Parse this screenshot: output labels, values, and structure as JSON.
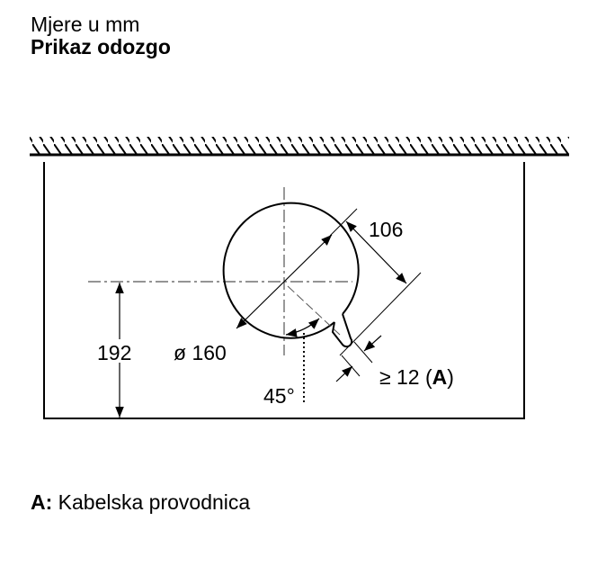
{
  "header": {
    "units": "Mjere u mm",
    "view": "Prikaz odozgo"
  },
  "diagram": {
    "dim_height": "192",
    "dim_diameter": "ø 160",
    "dim_offset": "106",
    "dim_clearance_prefix": "≥ 12 (",
    "dim_clearance_ref": "A",
    "dim_clearance_suffix": ")",
    "angle": "45°"
  },
  "legend": {
    "key": "A:",
    "text": "Kabelska provodnica"
  }
}
